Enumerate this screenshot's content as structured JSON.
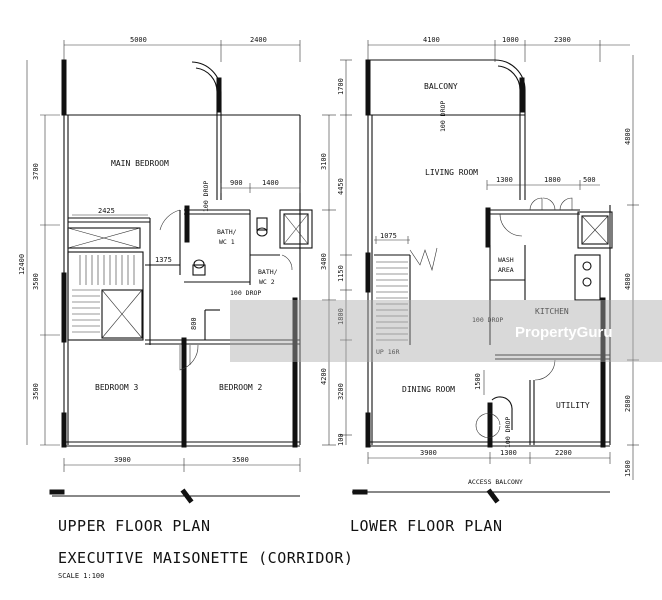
{
  "upper": {
    "dims_top": [
      "5000",
      "2400"
    ],
    "dims_right": [
      "3100",
      "3400",
      "4200"
    ],
    "dims_left": [
      "3700",
      "3500",
      "3500"
    ],
    "dims_left_total": "12400",
    "dims_bottom": [
      "3900",
      "3500"
    ],
    "dims_inner": [
      "900",
      "1400",
      "2425",
      "1375",
      "800"
    ],
    "rooms": [
      "MAIN BEDROOM",
      "BEDROOM 3",
      "BEDROOM 2"
    ],
    "bath1": [
      "BATH/",
      "WC 1"
    ],
    "bath2": [
      "BATH/",
      "WC 2"
    ],
    "drops": [
      "100 DROP",
      "100 DROP"
    ],
    "caption1": "UPPER FLOOR PLAN",
    "caption2": "EXECUTIVE MAISONETTE (CORRIDOR)",
    "scale": "SCALE 1:100"
  },
  "lower": {
    "dims_top": [
      "4100",
      "1000",
      "2300"
    ],
    "dims_left": [
      "1700",
      "4450",
      "1150",
      "1800",
      "3200",
      "100"
    ],
    "dims_right": [
      "4800",
      "4800",
      "2800",
      "1500"
    ],
    "dims_bottom": [
      "3900",
      "1300",
      "2200"
    ],
    "dims_inner": [
      "1300",
      "1800",
      "500",
      "1075",
      "1500"
    ],
    "rooms": [
      "BALCONY",
      "LIVING ROOM",
      "KITCHEN",
      "DINING ROOM",
      "UTILITY"
    ],
    "wash": [
      "WASH",
      "AREA"
    ],
    "drops": [
      "100 DROP",
      "100 DROP",
      "100 DROP"
    ],
    "stair": "UP 16R",
    "access": "ACCESS BALCONY",
    "caption": "LOWER FLOOR PLAN"
  },
  "watermark": "PropertyGuru"
}
